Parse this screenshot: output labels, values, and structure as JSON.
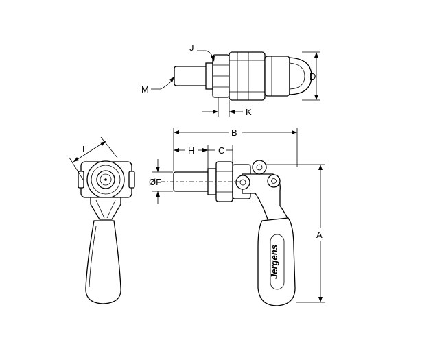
{
  "labels": {
    "A": "A",
    "B": "B",
    "C": "C",
    "D": "D",
    "F": "ØF",
    "H": "H",
    "J": "J",
    "K": "K",
    "L": "L",
    "M": "M"
  },
  "grip_text": "Jergens",
  "colors": {
    "line": "#000000",
    "handle_fill": "#ffffff",
    "background": "#ffffff"
  }
}
